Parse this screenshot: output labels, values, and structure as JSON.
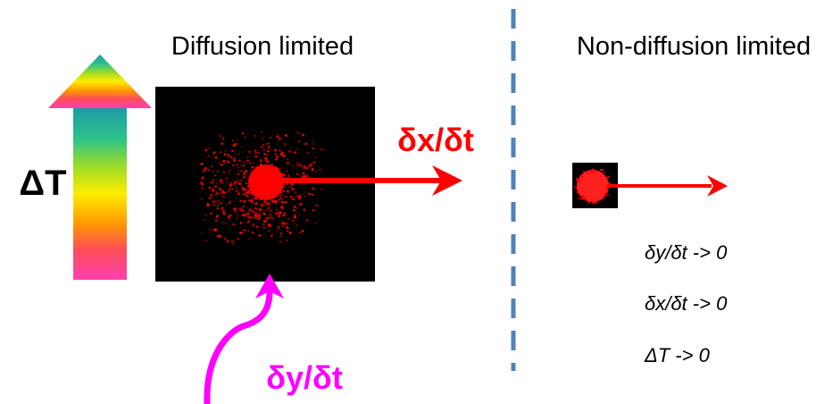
{
  "left_panel": {
    "title": "Diffusion limited",
    "temperature_label": "ΔT",
    "x_rate_label": "δx/δt",
    "y_rate_label": "δy/δt"
  },
  "right_panel": {
    "title": "Non-diffusion limited",
    "conditions": [
      "δy/δt -> 0",
      "δx/δt -> 0",
      "ΔT -> 0"
    ]
  },
  "colors": {
    "background": "#ffffff",
    "box": "#000000",
    "particle_red": "#ff0000",
    "magenta": "#ff00ff",
    "divider": "#4f81bd",
    "gradient": [
      "#1f9aa6",
      "#2ec38a",
      "#9edc28",
      "#ffec00",
      "#ff9a00",
      "#ff4f56",
      "#ff3fb0"
    ]
  },
  "icons": {
    "temperature": "rainbow-up-arrow",
    "x_rate": "red-right-arrow",
    "y_rate": "magenta-curved-arrow"
  }
}
